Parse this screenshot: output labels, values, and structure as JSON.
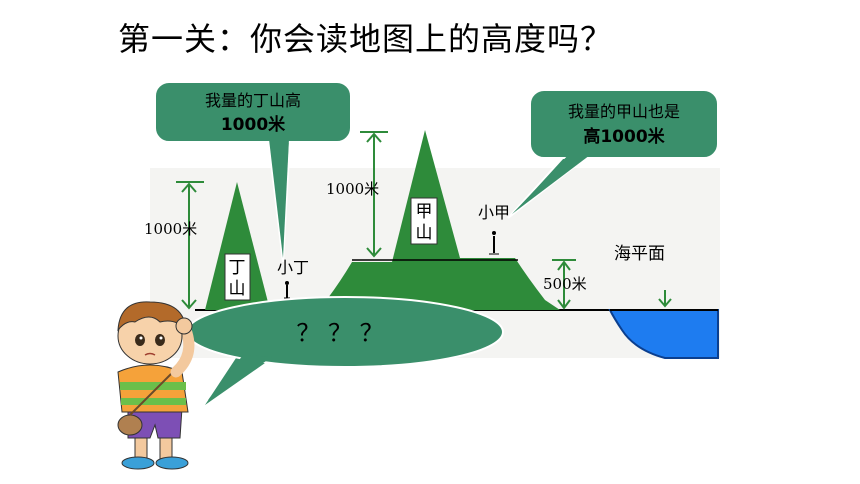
{
  "title": "第一关：你会读地图上的高度吗？",
  "bubble_left": {
    "line1": "我量的丁山高",
    "line2": "1000米"
  },
  "bubble_right": {
    "line1": "我量的甲山也是",
    "line2": "高1000米"
  },
  "bubble_bottom": {
    "text": "？ ？ ？"
  },
  "labels": {
    "left_height": "1000米",
    "mid_height": "1000米",
    "low_height": "500米",
    "ding_mountain_1": "丁",
    "ding_mountain_2": "山",
    "jia_mountain_1": "甲",
    "jia_mountain_2": "山",
    "xiao_ding": "小丁",
    "xiao_jia": "小甲",
    "sea_level": "海平面"
  },
  "colors": {
    "bubble": "#3a8f6b",
    "mountain": "#2e8b3a",
    "sea": "#1e7cf0",
    "arrow": "#2e8b3a"
  }
}
